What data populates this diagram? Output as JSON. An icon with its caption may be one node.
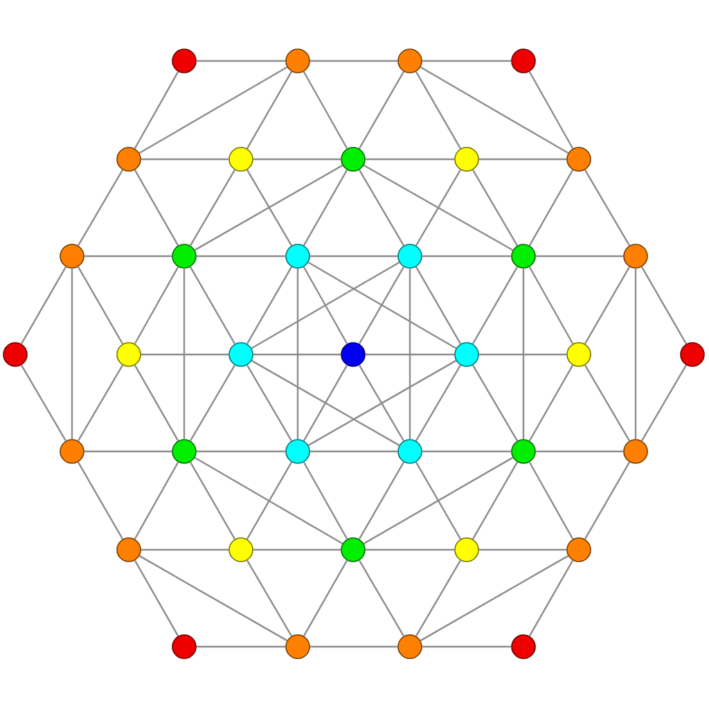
{
  "diagram": {
    "nodes": [
      {
        "text": [],
        "shape": "circle"
      },
      {
        "text": [],
        "shape": "circle"
      },
      {
        "text": [],
        "shape": "circle"
      },
      {
        "text": [],
        "shape": "circle"
      },
      {
        "text": [],
        "shape": "circle"
      },
      {
        "text": [],
        "shape": "circle"
      },
      {
        "text": [],
        "shape": "circle"
      },
      {
        "text": [],
        "shape": "circle"
      },
      {
        "text": [],
        "shape": "circle"
      },
      {
        "text": [],
        "shape": "circle"
      },
      {
        "text": [],
        "shape": "circle"
      },
      {
        "text": [],
        "shape": "circle"
      },
      {
        "text": [],
        "shape": "circle"
      },
      {
        "text": [],
        "shape": "circle"
      },
      {
        "text": [],
        "shape": "circle"
      },
      {
        "text": [],
        "shape": "circle"
      },
      {
        "text": [],
        "shape": "circle"
      },
      {
        "text": [],
        "shape": "circle"
      },
      {
        "text": [],
        "shape": "circle"
      },
      {
        "text": [],
        "shape": "circle"
      },
      {
        "text": [],
        "shape": "circle"
      },
      {
        "text": [],
        "shape": "circle"
      },
      {
        "text": [],
        "shape": "circle"
      },
      {
        "text": [],
        "shape": "circle"
      },
      {
        "text": [],
        "shape": "circle"
      },
      {
        "text": [],
        "shape": "circle"
      },
      {
        "text": [],
        "shape": "circle"
      },
      {
        "text": [],
        "shape": "circle"
      },
      {
        "text": [],
        "shape": "circle"
      },
      {
        "text": [],
        "shape": "circle"
      },
      {
        "text": [],
        "shape": "circle"
      },
      {
        "text": [],
        "shape": "circle"
      },
      {
        "text": [],
        "shape": "circle"
      },
      {
        "text": [],
        "shape": "circle"
      },
      {
        "text": [],
        "shape": "circle"
      },
      {
        "text": [],
        "shape": "circle"
      },
      {
        "text": [],
        "shape": "circle"
      }
    ],
    "edges": [
      {
        "from": 0,
        "to": 1,
        "arrow": "none"
      },
      {
        "from": 1,
        "to": 2,
        "arrow": "none"
      },
      {
        "from": 2,
        "to": 3,
        "arrow": "none"
      },
      {
        "from": 0,
        "to": 4,
        "arrow": "none"
      },
      {
        "from": 1,
        "to": 4,
        "arrow": "none"
      },
      {
        "from": 1,
        "to": 5,
        "arrow": "none"
      },
      {
        "from": 1,
        "to": 6,
        "arrow": "none"
      },
      {
        "from": 2,
        "to": 6,
        "arrow": "none"
      },
      {
        "from": 2,
        "to": 7,
        "arrow": "none"
      },
      {
        "from": 2,
        "to": 8,
        "arrow": "none"
      },
      {
        "from": 3,
        "to": 8,
        "arrow": "none"
      },
      {
        "from": 4,
        "to": 5,
        "arrow": "none"
      },
      {
        "from": 5,
        "to": 6,
        "arrow": "none"
      },
      {
        "from": 6,
        "to": 7,
        "arrow": "none"
      },
      {
        "from": 7,
        "to": 8,
        "arrow": "none"
      },
      {
        "from": 4,
        "to": 9,
        "arrow": "none"
      },
      {
        "from": 4,
        "to": 10,
        "arrow": "none"
      },
      {
        "from": 5,
        "to": 10,
        "arrow": "none"
      },
      {
        "from": 5,
        "to": 11,
        "arrow": "none"
      },
      {
        "from": 6,
        "to": 10,
        "arrow": "none"
      },
      {
        "from": 6,
        "to": 11,
        "arrow": "none"
      },
      {
        "from": 6,
        "to": 12,
        "arrow": "none"
      },
      {
        "from": 6,
        "to": 13,
        "arrow": "none"
      },
      {
        "from": 7,
        "to": 12,
        "arrow": "none"
      },
      {
        "from": 7,
        "to": 13,
        "arrow": "none"
      },
      {
        "from": 8,
        "to": 13,
        "arrow": "none"
      },
      {
        "from": 8,
        "to": 14,
        "arrow": "none"
      },
      {
        "from": 9,
        "to": 10,
        "arrow": "none"
      },
      {
        "from": 10,
        "to": 11,
        "arrow": "none"
      },
      {
        "from": 11,
        "to": 12,
        "arrow": "none"
      },
      {
        "from": 12,
        "to": 13,
        "arrow": "none"
      },
      {
        "from": 13,
        "to": 14,
        "arrow": "none"
      },
      {
        "from": 9,
        "to": 15,
        "arrow": "none"
      },
      {
        "from": 9,
        "to": 16,
        "arrow": "none"
      },
      {
        "from": 9,
        "to": 22,
        "arrow": "none"
      },
      {
        "from": 10,
        "to": 16,
        "arrow": "none"
      },
      {
        "from": 10,
        "to": 17,
        "arrow": "none"
      },
      {
        "from": 10,
        "to": 23,
        "arrow": "none"
      },
      {
        "from": 11,
        "to": 17,
        "arrow": "none"
      },
      {
        "from": 11,
        "to": 18,
        "arrow": "none"
      },
      {
        "from": 11,
        "to": 19,
        "arrow": "none"
      },
      {
        "from": 11,
        "to": 24,
        "arrow": "none"
      },
      {
        "from": 12,
        "to": 17,
        "arrow": "none"
      },
      {
        "from": 12,
        "to": 18,
        "arrow": "none"
      },
      {
        "from": 12,
        "to": 19,
        "arrow": "none"
      },
      {
        "from": 12,
        "to": 25,
        "arrow": "none"
      },
      {
        "from": 13,
        "to": 19,
        "arrow": "none"
      },
      {
        "from": 13,
        "to": 20,
        "arrow": "none"
      },
      {
        "from": 13,
        "to": 26,
        "arrow": "none"
      },
      {
        "from": 14,
        "to": 20,
        "arrow": "none"
      },
      {
        "from": 14,
        "to": 21,
        "arrow": "none"
      },
      {
        "from": 14,
        "to": 27,
        "arrow": "none"
      },
      {
        "from": 16,
        "to": 17,
        "arrow": "none"
      },
      {
        "from": 17,
        "to": 18,
        "arrow": "none"
      },
      {
        "from": 18,
        "to": 19,
        "arrow": "none"
      },
      {
        "from": 19,
        "to": 20,
        "arrow": "none"
      },
      {
        "from": 15,
        "to": 22,
        "arrow": "none"
      },
      {
        "from": 16,
        "to": 22,
        "arrow": "none"
      },
      {
        "from": 16,
        "to": 23,
        "arrow": "none"
      },
      {
        "from": 17,
        "to": 23,
        "arrow": "none"
      },
      {
        "from": 17,
        "to": 24,
        "arrow": "none"
      },
      {
        "from": 17,
        "to": 25,
        "arrow": "none"
      },
      {
        "from": 18,
        "to": 24,
        "arrow": "none"
      },
      {
        "from": 18,
        "to": 25,
        "arrow": "none"
      },
      {
        "from": 19,
        "to": 24,
        "arrow": "none"
      },
      {
        "from": 19,
        "to": 25,
        "arrow": "none"
      },
      {
        "from": 19,
        "to": 26,
        "arrow": "none"
      },
      {
        "from": 20,
        "to": 26,
        "arrow": "none"
      },
      {
        "from": 20,
        "to": 27,
        "arrow": "none"
      },
      {
        "from": 21,
        "to": 27,
        "arrow": "none"
      },
      {
        "from": 22,
        "to": 23,
        "arrow": "none"
      },
      {
        "from": 23,
        "to": 24,
        "arrow": "none"
      },
      {
        "from": 24,
        "to": 25,
        "arrow": "none"
      },
      {
        "from": 25,
        "to": 26,
        "arrow": "none"
      },
      {
        "from": 26,
        "to": 27,
        "arrow": "none"
      },
      {
        "from": 22,
        "to": 28,
        "arrow": "none"
      },
      {
        "from": 23,
        "to": 28,
        "arrow": "none"
      },
      {
        "from": 23,
        "to": 29,
        "arrow": "none"
      },
      {
        "from": 23,
        "to": 30,
        "arrow": "none"
      },
      {
        "from": 24,
        "to": 29,
        "arrow": "none"
      },
      {
        "from": 24,
        "to": 30,
        "arrow": "none"
      },
      {
        "from": 25,
        "to": 30,
        "arrow": "none"
      },
      {
        "from": 25,
        "to": 31,
        "arrow": "none"
      },
      {
        "from": 26,
        "to": 30,
        "arrow": "none"
      },
      {
        "from": 26,
        "to": 31,
        "arrow": "none"
      },
      {
        "from": 26,
        "to": 32,
        "arrow": "none"
      },
      {
        "from": 27,
        "to": 32,
        "arrow": "none"
      },
      {
        "from": 28,
        "to": 29,
        "arrow": "none"
      },
      {
        "from": 29,
        "to": 30,
        "arrow": "none"
      },
      {
        "from": 30,
        "to": 31,
        "arrow": "none"
      },
      {
        "from": 31,
        "to": 32,
        "arrow": "none"
      },
      {
        "from": 28,
        "to": 33,
        "arrow": "none"
      },
      {
        "from": 28,
        "to": 34,
        "arrow": "none"
      },
      {
        "from": 29,
        "to": 34,
        "arrow": "none"
      },
      {
        "from": 30,
        "to": 34,
        "arrow": "none"
      },
      {
        "from": 30,
        "to": 35,
        "arrow": "none"
      },
      {
        "from": 31,
        "to": 35,
        "arrow": "none"
      },
      {
        "from": 32,
        "to": 35,
        "arrow": "none"
      },
      {
        "from": 32,
        "to": 36,
        "arrow": "none"
      },
      {
        "from": 33,
        "to": 34,
        "arrow": "none"
      },
      {
        "from": 34,
        "to": 35,
        "arrow": "none"
      },
      {
        "from": 35,
        "to": 36,
        "arrow": "none"
      }
    ]
  }
}
